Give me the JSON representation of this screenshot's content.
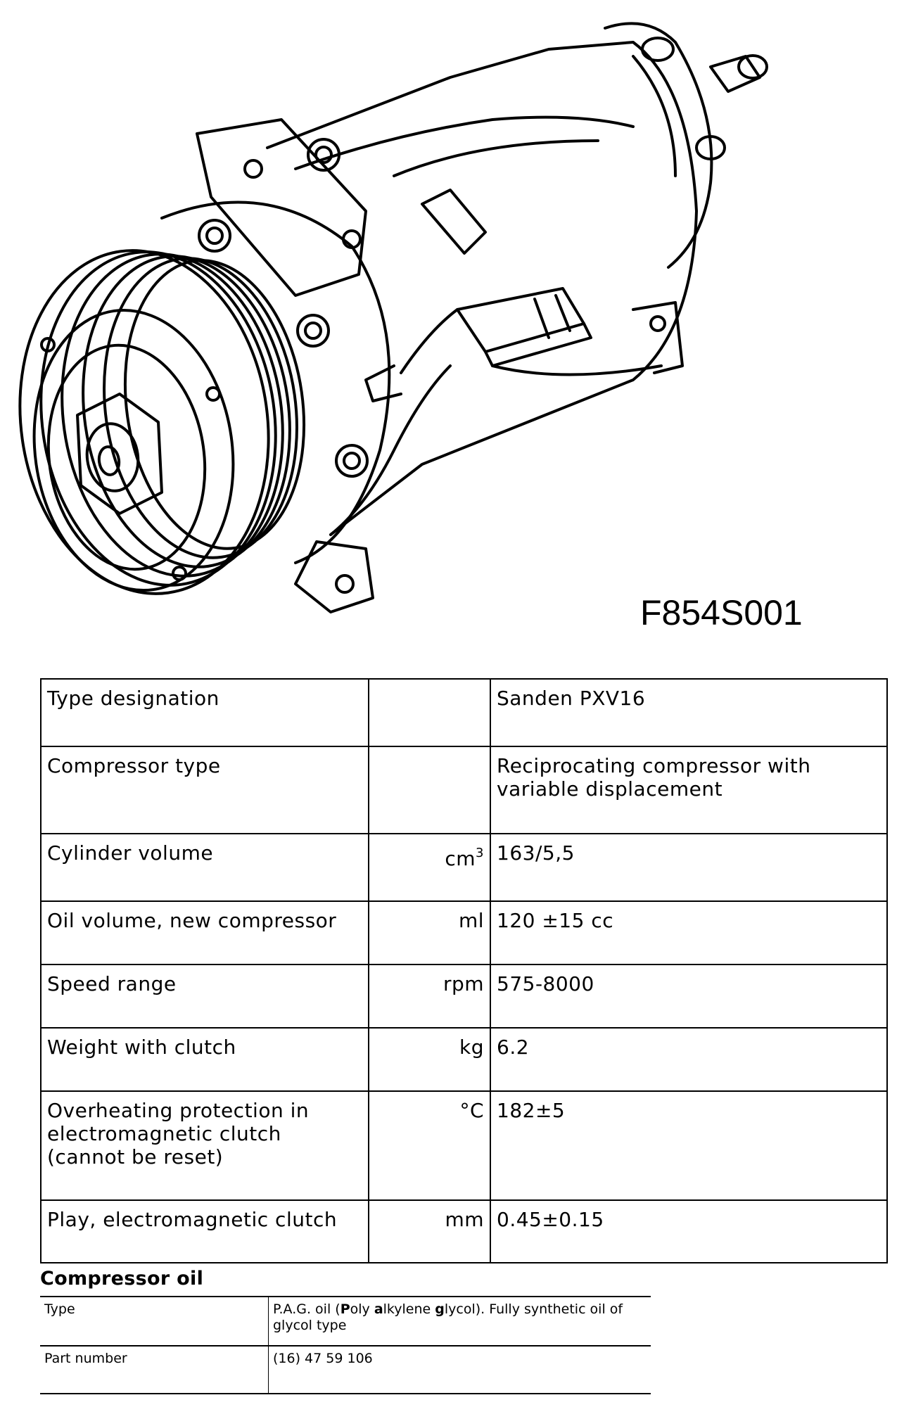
{
  "figure": {
    "label": "F854S001"
  },
  "spec_table": {
    "rows": [
      {
        "label": "Type designation",
        "unit": "",
        "value": "Sanden PXV16"
      },
      {
        "label": "Compressor type",
        "unit": "",
        "value": "Reciprocating compressor with variable displacement"
      },
      {
        "label": "Cylinder volume",
        "unit_base": "cm",
        "unit_sup": "3",
        "value": "163/5,5"
      },
      {
        "label": "Oil volume, new compressor",
        "unit": "ml",
        "value": "120 ±15 cc"
      },
      {
        "label": "Speed range",
        "unit": "rpm",
        "value": "575-8000"
      },
      {
        "label": "Weight with clutch",
        "unit": "kg",
        "value": "6.2"
      },
      {
        "label": "Overheating protection in electromagnetic clutch (cannot be reset)",
        "unit": "°C",
        "value": "182±5"
      },
      {
        "label": "Play, electromagnetic clutch",
        "unit": "mm",
        "value": "0.45±0.15"
      }
    ]
  },
  "compressor_oil": {
    "heading": "Compressor oil",
    "rows": [
      {
        "label": "Type",
        "value_parts": [
          "P.A.G. oil (",
          "P",
          "oly ",
          "a",
          "lkylene ",
          "g",
          "lycol). Fully synthetic oil of glycol type"
        ]
      },
      {
        "label": "Part number",
        "value": "(16) 47 59 106"
      }
    ]
  }
}
